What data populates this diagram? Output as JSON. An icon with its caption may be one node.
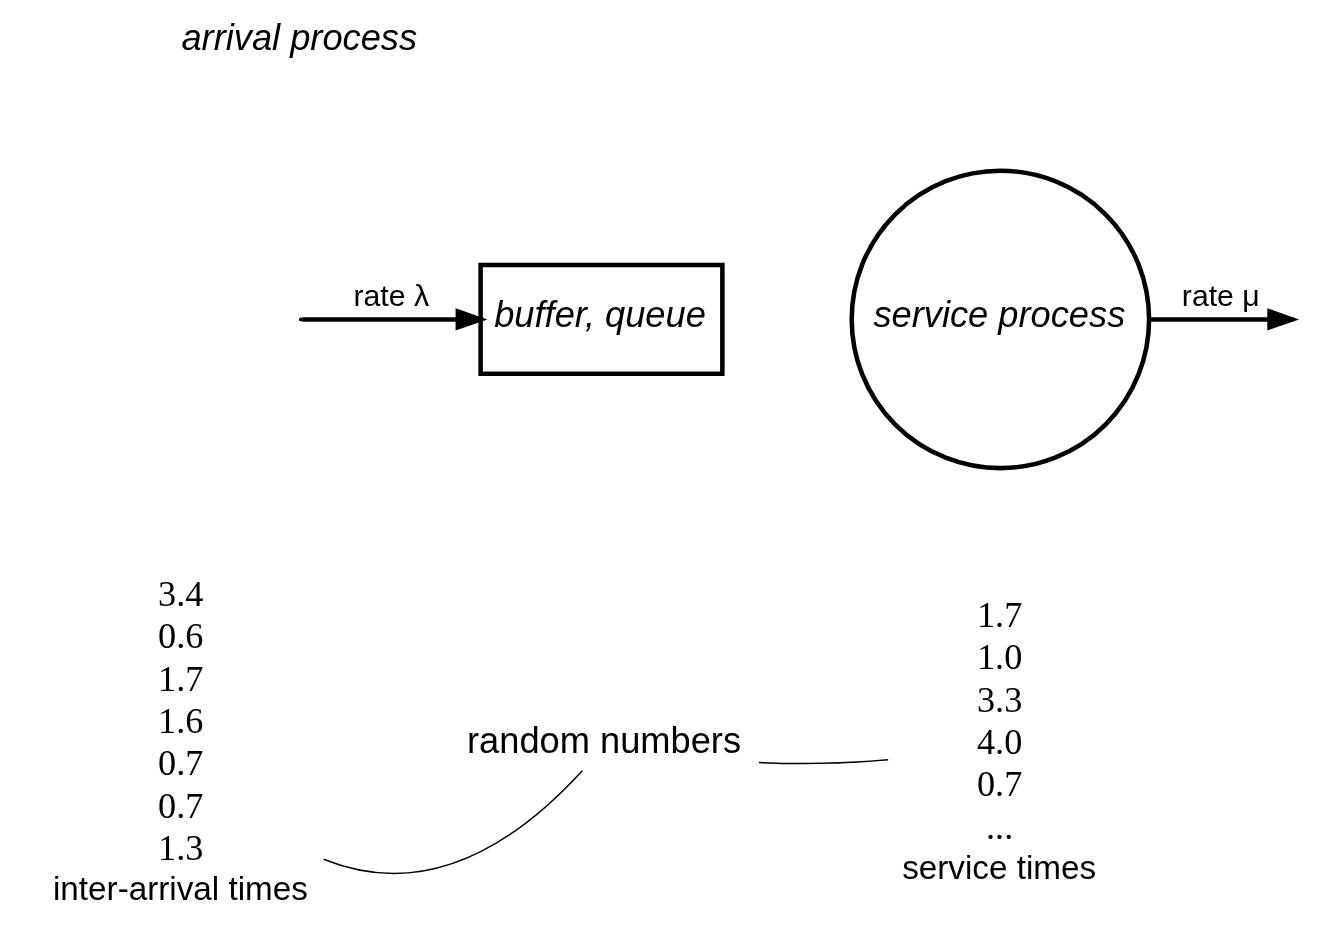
{
  "diagram": {
    "nodes": [
      {
        "text": [
          "buffer, queue"
        ]
      },
      {
        "text": [
          "service process"
        ]
      },
      {
        "text": [
          "3.4",
          "0.6",
          "1.7",
          "1.6",
          "0.7",
          "0.7",
          "1.3"
        ],
        "beside": [
          "inter-arrival times"
        ]
      },
      {
        "text": [
          "random numbers"
        ]
      },
      {
        "text": [
          "1.7",
          "1.0",
          "3.3",
          "4.0",
          "0.7",
          "..."
        ],
        "beside": [
          "service times"
        ]
      }
    ],
    "edges": [
      {
        "from": null,
        "to": 0,
        "arrow": "to",
        "label": "rate λ",
        "style": "thick"
      },
      {
        "from": 1,
        "to": null,
        "arrow": "to",
        "label": "rate μ",
        "style": "thick"
      },
      {
        "from": 3,
        "to": 2,
        "arrow": "none"
      },
      {
        "from": 3,
        "to": 4,
        "arrow": "none"
      }
    ],
    "labels": [
      "arrival process"
    ]
  }
}
